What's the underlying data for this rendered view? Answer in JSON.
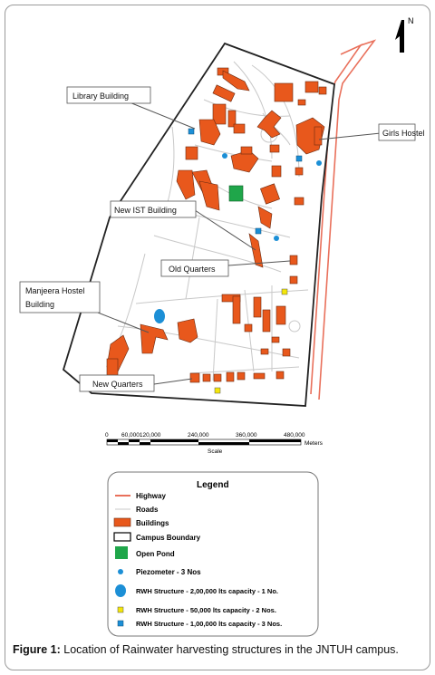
{
  "map": {
    "north_label": "N",
    "labels": {
      "library": "Library Building",
      "girls_hostel": "Girls Hostel",
      "new_ist": "New IST Building",
      "old_quarters": "Old Quarters",
      "manjeera_line1": "Manjeera Hostel",
      "manjeera_line2": "Building",
      "new_quarters": "New Quarters"
    },
    "colors": {
      "building": "#e8581c",
      "highway": "#e9705b",
      "road": "#c8c8c8",
      "boundary": "#222222",
      "pond": "#1fa64a",
      "piezometer": "#1c8fd6",
      "rwh_50000": "#f4e60a",
      "rwh_100000": "#1c8fd6"
    }
  },
  "scale": {
    "ticks": [
      "0",
      "60,000120,000",
      "240,000",
      "360,000",
      "480,000"
    ],
    "unit": "Meters",
    "title": "Scale"
  },
  "legend": {
    "title": "Legend",
    "items": [
      {
        "icon": "highway-line",
        "label": "Highway"
      },
      {
        "icon": "road-line",
        "label": "Roads"
      },
      {
        "icon": "building-swatch",
        "label": "Buildings"
      },
      {
        "icon": "boundary-swatch",
        "label": "Campus Boundary"
      },
      {
        "icon": "pond-swatch",
        "label": "Open Pond"
      },
      {
        "icon": "piezometer-dot",
        "label": "Piezometer  - 3 Nos"
      },
      {
        "icon": "rwh-ellipse",
        "label": "RWH Structure - 2,00,000 lts capacity - 1 No."
      },
      {
        "icon": "yellow-square",
        "label": "RWH Structure - 50,000 lts capacity - 2 Nos."
      },
      {
        "icon": "blue-square",
        "label": "RWH Structure - 1,00,000 lts capacity - 3 Nos."
      }
    ]
  },
  "caption": {
    "prefix": "Figure 1:",
    "text": " Location of Rainwater harvesting structures in the JNTUH campus."
  }
}
